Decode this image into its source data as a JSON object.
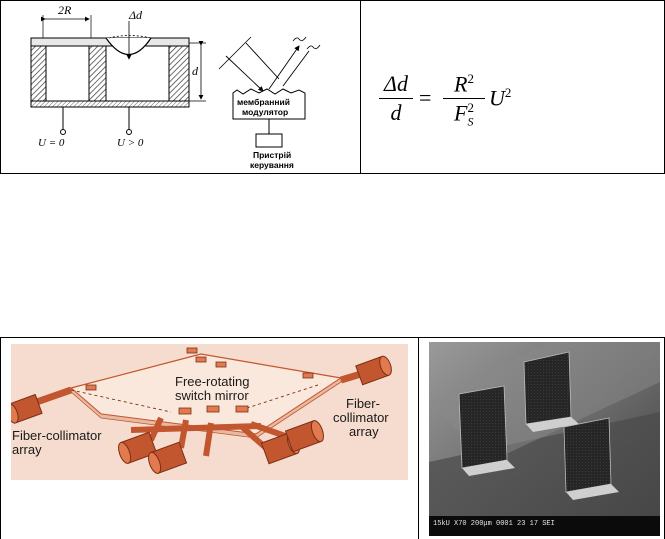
{
  "top_left": {
    "label_2R": "2R",
    "label_delta_d": "Δd",
    "label_d": "d",
    "label_u0": "U = 0",
    "label_u_pos": "U > 0",
    "modulator_line1": "мембранний",
    "modulator_line2": "модулятор",
    "device_line1": "Пристрій",
    "device_line2": "керування"
  },
  "formula": {
    "lhs_num": "Δd",
    "lhs_den": "d",
    "equals": "=",
    "rhs_num_base": "R",
    "rhs_num_exp": "2",
    "rhs_den_base": "F",
    "rhs_den_sub": "S",
    "rhs_den_exp": "2",
    "u_base": "U",
    "u_exp": "2"
  },
  "mems_switch": {
    "center_label_line1": "Free-rotating",
    "center_label_line2": "switch mirror",
    "right_label_line1": "Fiber-",
    "right_label_line2": "collimator",
    "right_label_line3": "array",
    "left_label_line1": "Fiber-collimator",
    "left_label_line2": "array"
  },
  "sem_photo": {
    "scale_bar_text": "15kU   X70  200μm  0001 23 17 SEI"
  },
  "colors": {
    "mems_background": "#f6dccf",
    "cylinder": "#c2562f",
    "cylinder_cap": "#e27a50",
    "cylinder_edge": "#7a2e14",
    "sem_dark": "#0b0b0b"
  }
}
